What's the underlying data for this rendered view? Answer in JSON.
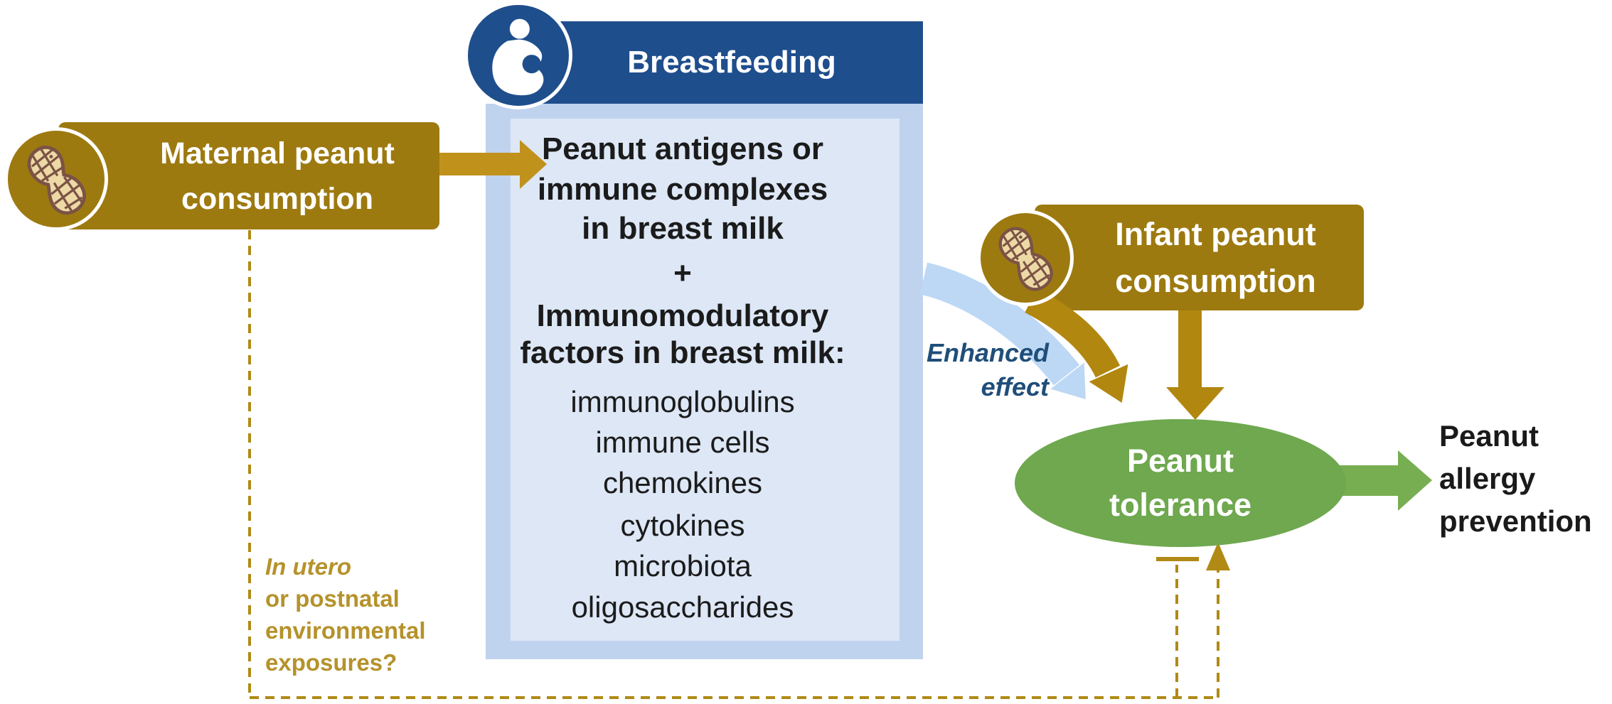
{
  "diagram": {
    "maternal": {
      "line1": "Maternal peanut",
      "line2": "consumption"
    },
    "breastfeeding": {
      "title": "Breastfeeding"
    },
    "breast_milk": {
      "antigens_line1": "Peanut antigens or",
      "antigens_line2": "immune complexes",
      "antigens_line3": "in breast milk",
      "plus": "+",
      "factors_line1": "Immunomodulatory",
      "factors_line2": "factors in breast milk:",
      "factors": [
        "immunoglobulins",
        "immune cells",
        "chemokines",
        "cytokines",
        "microbiota",
        "oligosaccharides"
      ]
    },
    "infant": {
      "line1": "Infant peanut",
      "line2": "consumption"
    },
    "enhanced_effect": {
      "line1": "Enhanced",
      "line2": "effect"
    },
    "tolerance": {
      "line1": "Peanut",
      "line2": "tolerance"
    },
    "prevention": {
      "line1": "Peanut",
      "line2": "allergy",
      "line3": "prevention"
    },
    "exposures": {
      "line1": "In utero",
      "line2": "or postnatal",
      "line3": "environmental",
      "line4": "exposures?"
    }
  },
  "icons": {
    "breastfeeding": "breastfeeding-mother-icon",
    "maternal_peanut": "peanut-icon",
    "infant_peanut": "peanut-icon"
  },
  "colors": {
    "gold_box": "#9D7A10",
    "gold_arrow": "#C0921C",
    "gold_flow_arrow": "#B1870F",
    "gold_dashed": "#B08A15",
    "gold_text": "#B5922B",
    "header_blue": "#1F4E8C",
    "panel_outer_blue": "#C0D3EE",
    "panel_inner_blue": "#DDE7F6",
    "band_blue": "#BCD8F5",
    "enhanced_text_blue": "#1F4E79",
    "tolerance_green": "#6FA84F",
    "green_arrow": "#77AE52",
    "text_dark": "#1A1A1A",
    "peanut_body": "#EDD9A5",
    "peanut_outline": "#7B5345"
  }
}
